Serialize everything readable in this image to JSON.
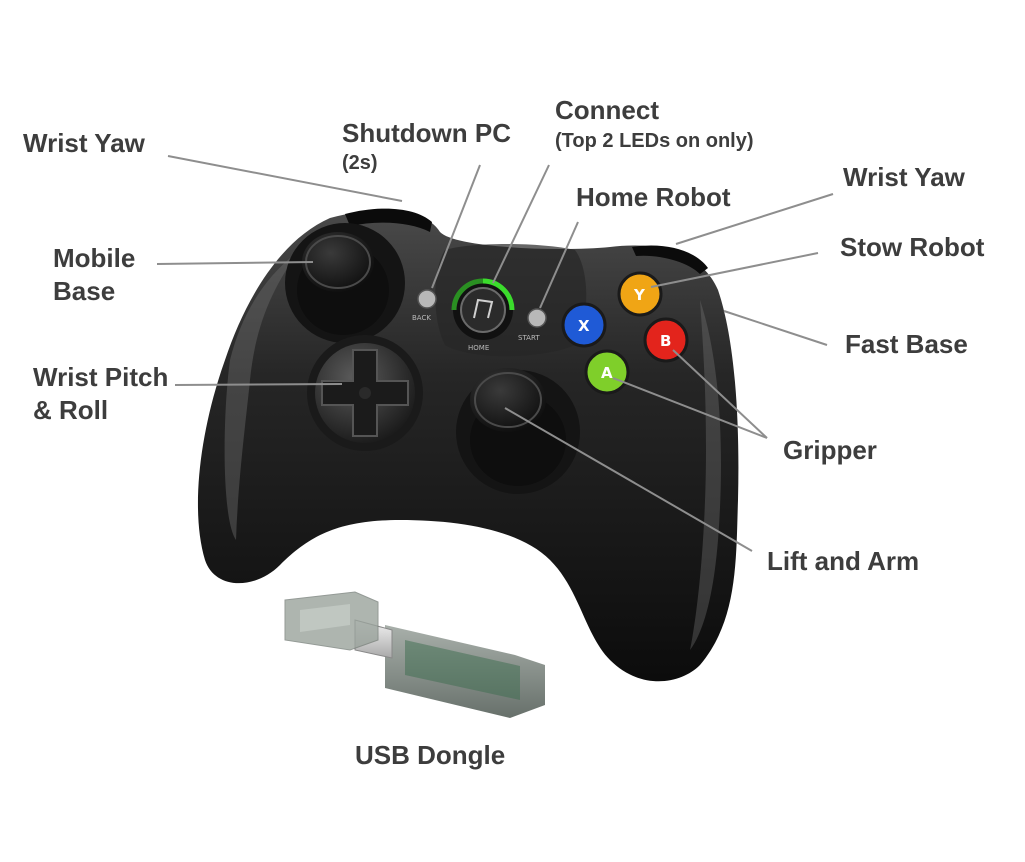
{
  "labels": {
    "wrist_yaw_left": "Wrist Yaw",
    "mobile_base_line1": "Mobile",
    "mobile_base_line2": "Base",
    "wrist_pitch_line1": "Wrist Pitch",
    "wrist_pitch_line2": "& Roll",
    "shutdown_pc": "Shutdown PC",
    "shutdown_pc_note": "(2s)",
    "connect": "Connect",
    "connect_note": "(Top 2 LEDs on only)",
    "home_robot": "Home Robot",
    "wrist_yaw_right": "Wrist Yaw",
    "stow_robot": "Stow Robot",
    "fast_base": "Fast Base",
    "gripper": "Gripper",
    "lift_and_arm": "Lift and Arm",
    "usb_dongle": "USB Dongle"
  },
  "controller": {
    "back_label": "BACK",
    "home_label": "HOME",
    "start_label": "START",
    "button_y": "Y",
    "button_x": "X",
    "button_b": "B",
    "button_a": "A"
  },
  "colors": {
    "text": "#3d3d3d",
    "leader_line": "#8e8e8e",
    "body": "#1f1f1f",
    "button_yellow": "#f0a515",
    "button_blue": "#1f5ad6",
    "button_red": "#e3241c",
    "button_green": "#7fcf2a",
    "home_ring": "#3bdc2c"
  }
}
